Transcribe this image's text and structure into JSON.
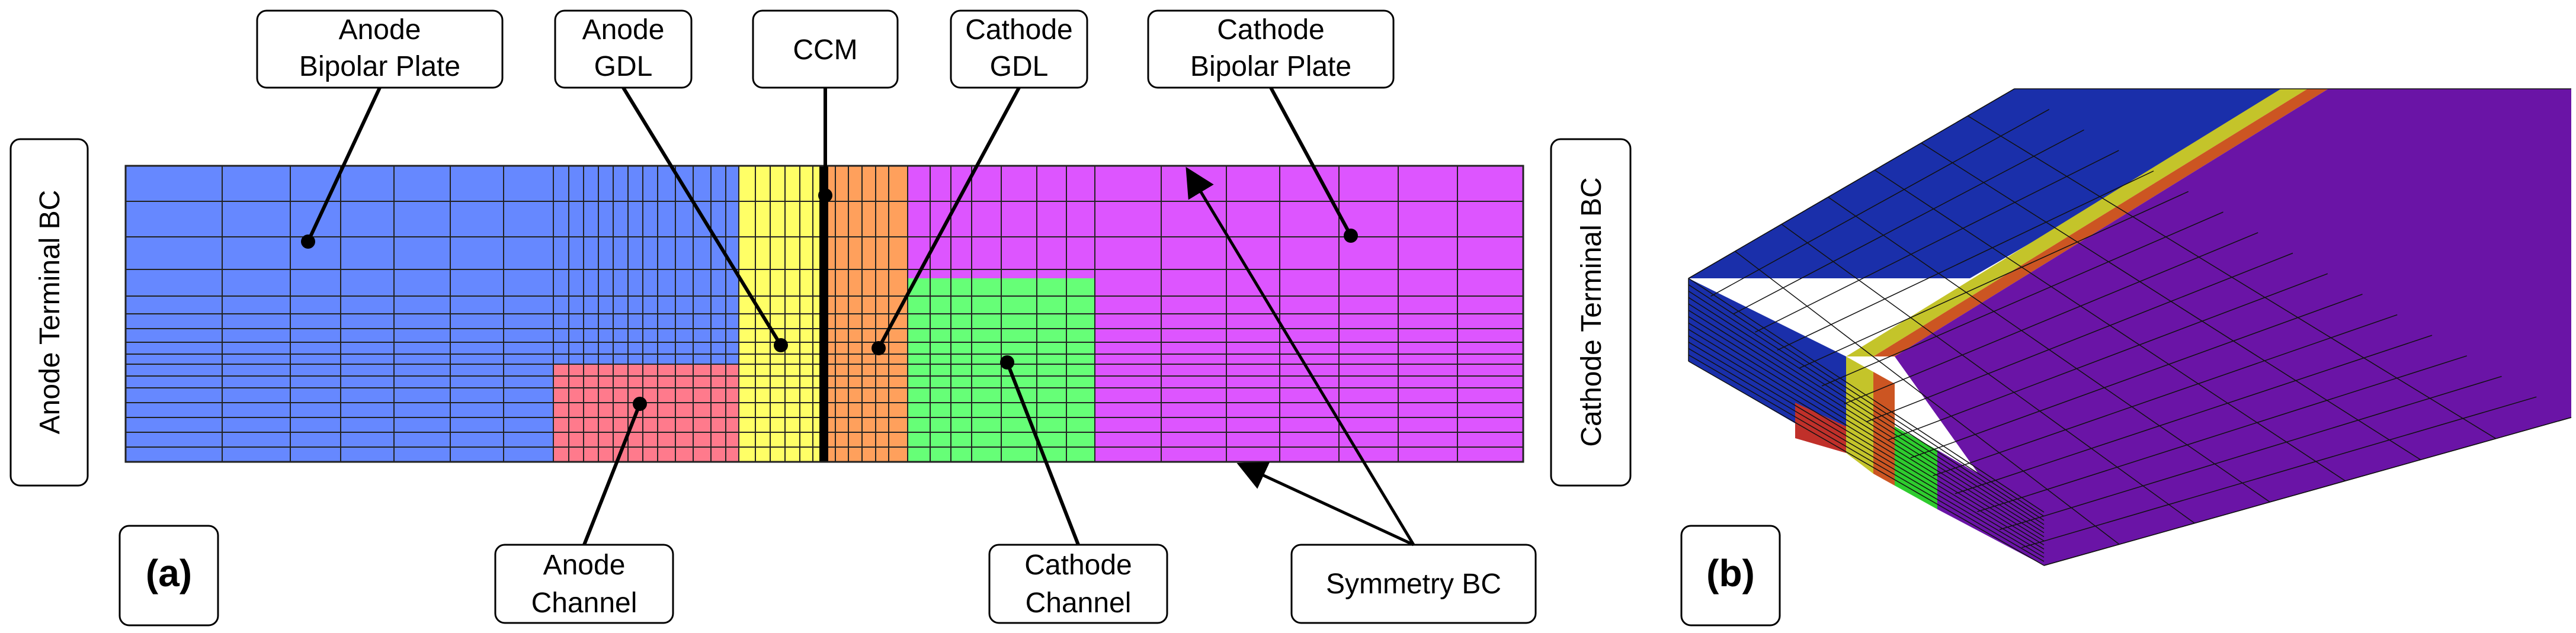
{
  "labels": {
    "anode_bipolar_plate": [
      "Anode",
      "Bipolar Plate"
    ],
    "anode_gdl": [
      "Anode",
      "GDL"
    ],
    "ccm": "CCM",
    "cathode_gdl": [
      "Cathode",
      "GDL"
    ],
    "cathode_bipolar_plate": [
      "Cathode",
      "Bipolar Plate"
    ],
    "anode_terminal_bc": "Anode Terminal BC",
    "cathode_terminal_bc": "Cathode Terminal BC",
    "anode_channel": [
      "Anode",
      "Channel"
    ],
    "cathode_channel": [
      "Cathode",
      "Channel"
    ],
    "symmetry_bc": "Symmetry BC",
    "panel_a": "(a)",
    "panel_b": "(b)"
  },
  "colors": {
    "anode_plate": "#6688ff",
    "anode_channel": "#ff7a8c",
    "anode_gdl": "#ffff66",
    "ccm": "#000000",
    "cathode_gdl": "#ffa05c",
    "cathode_channel": "#66ff77",
    "cathode_plate": "#dd55ff",
    "mesh_line": "#222222",
    "iso_anode": "#1a2faa",
    "iso_anode_channel": "#c0302a",
    "iso_gdl": "#c4c42a",
    "iso_ccm": "#444400",
    "iso_cathode_gdl": "#cc5522",
    "iso_cathode_channel": "#2ecc2e",
    "iso_cathode": "#6a14a6"
  }
}
